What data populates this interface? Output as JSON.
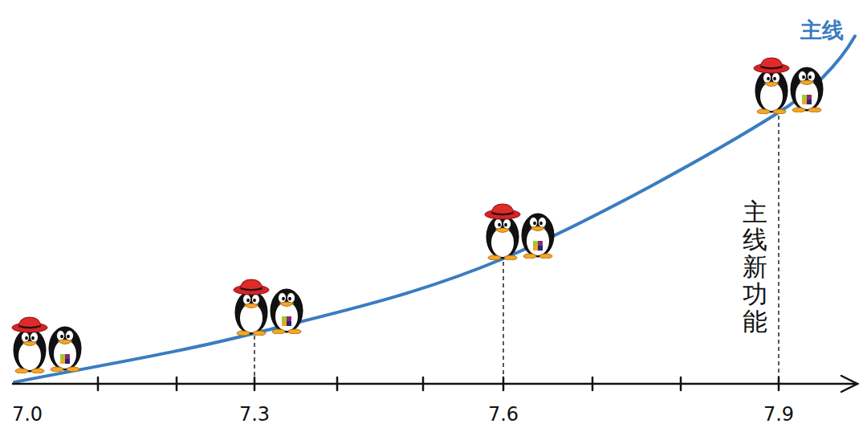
{
  "diagram": {
    "labels": [
      "主线",
      "7.0",
      "7.3",
      "7.6",
      "7.9",
      "主线新功能"
    ]
  }
}
